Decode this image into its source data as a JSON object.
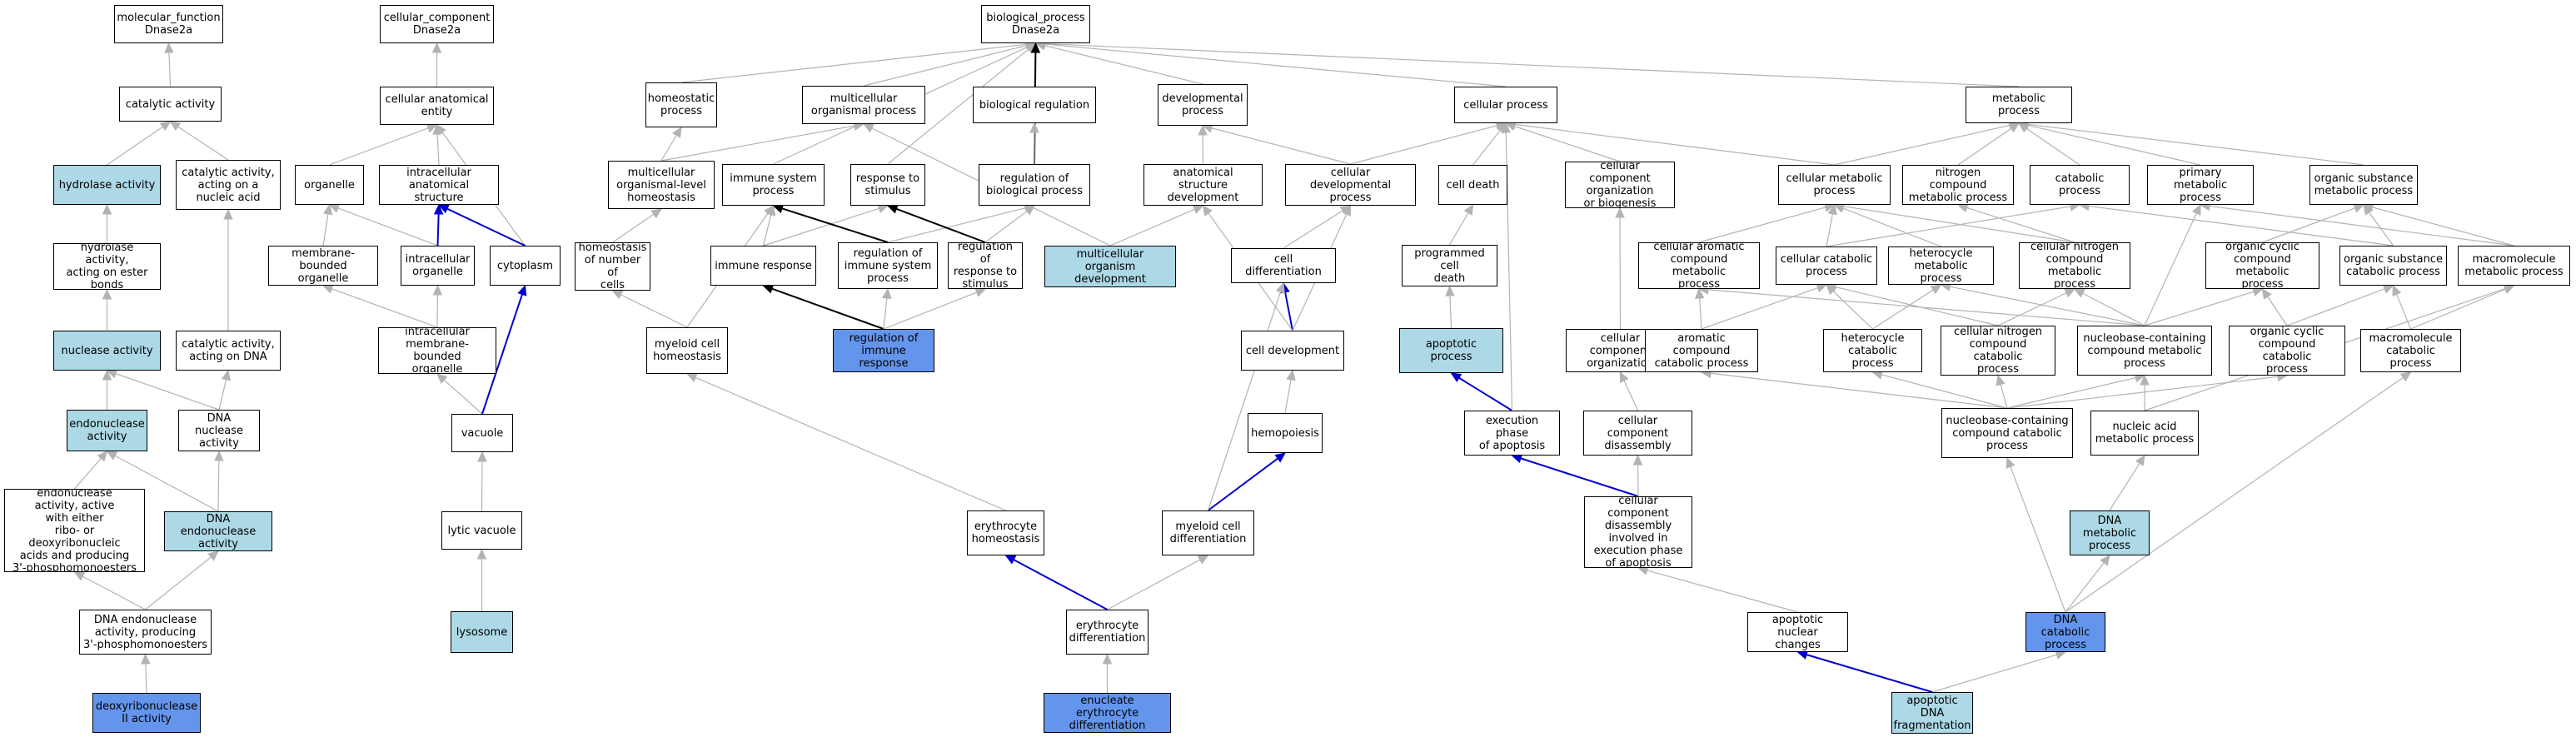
{
  "colors": {
    "query_fill": "#6495ed",
    "annotation_fill": "#add8e6",
    "default_fill": "#ffffff",
    "edge_default": "#b3b3b3",
    "edge_blue": "#0000cd",
    "edge_black": "#000000"
  },
  "nodes": {
    "mf_root": {
      "label": "molecular_function\nDnase2a",
      "kind": "normal"
    },
    "cc_root": {
      "label": "cellular_component\nDnase2a",
      "kind": "normal"
    },
    "bp_root": {
      "label": "biological_process\nDnase2a",
      "kind": "normal"
    },
    "catalytic": {
      "label": "catalytic activity",
      "kind": "normal"
    },
    "hydrolase": {
      "label": "hydrolase activity",
      "kind": "annotated"
    },
    "cat_nucleic": {
      "label": "catalytic activity,\nacting on a\nnucleic acid",
      "kind": "normal"
    },
    "hyd_ester": {
      "label": "hydrolase activity,\nacting on ester\nbonds",
      "kind": "normal"
    },
    "nuclease": {
      "label": "nuclease activity",
      "kind": "annotated"
    },
    "cat_dna": {
      "label": "catalytic activity,\nacting on DNA",
      "kind": "normal"
    },
    "endonuclease": {
      "label": "endonuclease\nactivity",
      "kind": "annotated"
    },
    "dna_nuclease": {
      "label": "DNA nuclease\nactivity",
      "kind": "normal"
    },
    "endo_active": {
      "label": "endonuclease\nactivity, active\nwith either\nribo- or deoxyribonucleic\nacids and producing\n3'-phosphomonoesters",
      "kind": "normal"
    },
    "dna_endo": {
      "label": "DNA endonuclease\nactivity",
      "kind": "annotated"
    },
    "dna_endo_3p": {
      "label": "DNA endonuclease\nactivity, producing\n3'-phosphomonoesters",
      "kind": "normal"
    },
    "dnase2": {
      "label": "deoxyribonuclease\nII activity",
      "kind": "query"
    },
    "cell_anat": {
      "label": "cellular anatomical\nentity",
      "kind": "normal"
    },
    "organelle": {
      "label": "organelle",
      "kind": "normal"
    },
    "intra_anat": {
      "label": "intracellular\nanatomical structure",
      "kind": "normal"
    },
    "membrane_org": {
      "label": "membrane-bounded\norganelle",
      "kind": "normal"
    },
    "intra_org": {
      "label": "intracellular\norganelle",
      "kind": "normal"
    },
    "cytoplasm": {
      "label": "cytoplasm",
      "kind": "normal"
    },
    "intra_mem_org": {
      "label": "intracellular\nmembrane-bounded\norganelle",
      "kind": "normal"
    },
    "vacuole": {
      "label": "vacuole",
      "kind": "normal"
    },
    "lytic_vac": {
      "label": "lytic vacuole",
      "kind": "normal"
    },
    "lysosome": {
      "label": "lysosome",
      "kind": "annotated"
    },
    "homeostatic": {
      "label": "homeostatic\nprocess",
      "kind": "normal"
    },
    "multi_org": {
      "label": "multicellular\norganismal process",
      "kind": "normal"
    },
    "bio_reg": {
      "label": "biological regulation",
      "kind": "normal"
    },
    "dev_proc": {
      "label": "developmental\nprocess",
      "kind": "normal"
    },
    "cell_proc": {
      "label": "cellular process",
      "kind": "normal"
    },
    "metab": {
      "label": "metabolic process",
      "kind": "normal"
    },
    "multi_homeo": {
      "label": "multicellular\norganismal-level\nhomeostasis",
      "kind": "normal"
    },
    "immune_sys": {
      "label": "immune system\nprocess",
      "kind": "normal"
    },
    "resp_stim": {
      "label": "response to\nstimulus",
      "kind": "normal"
    },
    "reg_bio": {
      "label": "regulation of\nbiological process",
      "kind": "normal"
    },
    "anat_dev": {
      "label": "anatomical structure\ndevelopment",
      "kind": "normal"
    },
    "cell_dev_proc": {
      "label": "cellular developmental\nprocess",
      "kind": "normal"
    },
    "cell_death": {
      "label": "cell death",
      "kind": "normal"
    },
    "cc_org_bio": {
      "label": "cellular component\norganization\nor biogenesis",
      "kind": "normal"
    },
    "cell_metab": {
      "label": "cellular metabolic\nprocess",
      "kind": "normal"
    },
    "nitro_metab": {
      "label": "nitrogen compound\nmetabolic process",
      "kind": "normal"
    },
    "catab": {
      "label": "catabolic process",
      "kind": "normal"
    },
    "primary_metab": {
      "label": "primary metabolic\nprocess",
      "kind": "normal"
    },
    "org_sub_metab": {
      "label": "organic substance\nmetabolic process",
      "kind": "normal"
    },
    "homeo_cells": {
      "label": "homeostasis\nof number of\ncells",
      "kind": "normal"
    },
    "immune_resp": {
      "label": "immune response",
      "kind": "normal"
    },
    "reg_immune_sys": {
      "label": "regulation of\nimmune system\nprocess",
      "kind": "normal"
    },
    "reg_resp_stim": {
      "label": "regulation of\nresponse to\nstimulus",
      "kind": "normal"
    },
    "multi_dev": {
      "label": "multicellular\norganism development",
      "kind": "annotated"
    },
    "cell_diff": {
      "label": "cell differentiation",
      "kind": "normal"
    },
    "prog_death": {
      "label": "programmed cell\ndeath",
      "kind": "normal"
    },
    "arom_metab": {
      "label": "cellular aromatic\ncompound metabolic\nprocess",
      "kind": "normal"
    },
    "cell_catab": {
      "label": "cellular catabolic\nprocess",
      "kind": "normal"
    },
    "hetero_metab": {
      "label": "heterocycle\nmetabolic process",
      "kind": "normal"
    },
    "cell_nitro_metab": {
      "label": "cellular nitrogen\ncompound metabolic\nprocess",
      "kind": "normal"
    },
    "org_cyc_metab": {
      "label": "organic cyclic\ncompound metabolic\nprocess",
      "kind": "normal"
    },
    "org_sub_catab": {
      "label": "organic substance\ncatabolic process",
      "kind": "normal"
    },
    "macro_metab": {
      "label": "macromolecule\nmetabolic process",
      "kind": "normal"
    },
    "myeloid_homeo": {
      "label": "myeloid cell\nhomeostasis",
      "kind": "normal"
    },
    "reg_immune_resp": {
      "label": "regulation of\nimmune response",
      "kind": "query"
    },
    "cell_devel": {
      "label": "cell development",
      "kind": "normal"
    },
    "apoptotic": {
      "label": "apoptotic process",
      "kind": "annotated"
    },
    "cc_org": {
      "label": "cellular component\norganization",
      "kind": "normal"
    },
    "arom_catab": {
      "label": "aromatic compound\ncatabolic process",
      "kind": "normal"
    },
    "hetero_catab": {
      "label": "heterocycle\ncatabolic process",
      "kind": "normal"
    },
    "cell_nitro_catab": {
      "label": "cellular nitrogen\ncompound catabolic\nprocess",
      "kind": "normal"
    },
    "nucbase_metab": {
      "label": "nucleobase-containing\ncompound metabolic\nprocess",
      "kind": "normal"
    },
    "org_cyc_catab": {
      "label": "organic cyclic\ncompound catabolic\nprocess",
      "kind": "normal"
    },
    "macro_catab": {
      "label": "macromolecule\ncatabolic process",
      "kind": "normal"
    },
    "hemopoiesis": {
      "label": "hemopoiesis",
      "kind": "normal"
    },
    "exec_apop": {
      "label": "execution phase\nof apoptosis",
      "kind": "normal"
    },
    "cc_disassembly": {
      "label": "cellular component\ndisassembly",
      "kind": "normal"
    },
    "nucbase_catab": {
      "label": "nucleobase-containing\ncompound catabolic\nprocess",
      "kind": "normal"
    },
    "nucacid_metab": {
      "label": "nucleic acid\nmetabolic process",
      "kind": "normal"
    },
    "ery_homeo": {
      "label": "erythrocyte\nhomeostasis",
      "kind": "normal"
    },
    "myeloid_diff": {
      "label": "myeloid cell\ndifferentiation",
      "kind": "normal"
    },
    "cc_dis_exec": {
      "label": "cellular component\ndisassembly\ninvolved in\nexecution phase\nof apoptosis",
      "kind": "normal"
    },
    "dna_metab": {
      "label": "DNA metabolic\nprocess",
      "kind": "annotated"
    },
    "ery_diff": {
      "label": "erythrocyte\ndifferentiation",
      "kind": "normal"
    },
    "apop_nuc": {
      "label": "apoptotic nuclear\nchanges",
      "kind": "normal"
    },
    "dna_catab": {
      "label": "DNA catabolic\nprocess",
      "kind": "query"
    },
    "enucleate": {
      "label": "enucleate erythrocyte\ndifferentiation",
      "kind": "query"
    },
    "apop_dna_frag": {
      "label": "apoptotic DNA\nfragmentation",
      "kind": "annotated"
    }
  },
  "edges": [
    [
      "catalytic",
      "mf_root",
      "gray"
    ],
    [
      "hydrolase",
      "catalytic",
      "gray"
    ],
    [
      "cat_nucleic",
      "catalytic",
      "gray"
    ],
    [
      "hyd_ester",
      "hydrolase",
      "gray"
    ],
    [
      "nuclease",
      "hyd_ester",
      "gray"
    ],
    [
      "cat_dna",
      "cat_nucleic",
      "gray"
    ],
    [
      "endonuclease",
      "nuclease",
      "gray"
    ],
    [
      "dna_nuclease",
      "nuclease",
      "gray"
    ],
    [
      "dna_nuclease",
      "cat_dna",
      "gray"
    ],
    [
      "endo_active",
      "endonuclease",
      "gray"
    ],
    [
      "dna_endo",
      "endonuclease",
      "gray"
    ],
    [
      "dna_endo",
      "dna_nuclease",
      "gray"
    ],
    [
      "dna_endo_3p",
      "endo_active",
      "gray"
    ],
    [
      "dna_endo_3p",
      "dna_endo",
      "gray"
    ],
    [
      "dnase2",
      "dna_endo_3p",
      "gray"
    ],
    [
      "cell_anat",
      "cc_root",
      "gray"
    ],
    [
      "organelle",
      "cell_anat",
      "gray"
    ],
    [
      "intra_anat",
      "cell_anat",
      "gray"
    ],
    [
      "cytoplasm",
      "cell_anat",
      "gray"
    ],
    [
      "membrane_org",
      "organelle",
      "gray"
    ],
    [
      "intra_org",
      "organelle",
      "gray"
    ],
    [
      "intra_org",
      "intra_anat",
      "blue"
    ],
    [
      "cytoplasm",
      "intra_anat",
      "blue"
    ],
    [
      "intra_mem_org",
      "membrane_org",
      "gray"
    ],
    [
      "intra_mem_org",
      "intra_org",
      "gray"
    ],
    [
      "vacuole",
      "intra_mem_org",
      "gray"
    ],
    [
      "vacuole",
      "cytoplasm",
      "blue"
    ],
    [
      "lytic_vac",
      "vacuole",
      "gray"
    ],
    [
      "lysosome",
      "lytic_vac",
      "gray"
    ],
    [
      "homeostatic",
      "bp_root",
      "gray"
    ],
    [
      "multi_org",
      "bp_root",
      "gray"
    ],
    [
      "bio_reg",
      "bp_root",
      "gray"
    ],
    [
      "dev_proc",
      "bp_root",
      "gray"
    ],
    [
      "cell_proc",
      "bp_root",
      "gray"
    ],
    [
      "metab",
      "bp_root",
      "gray"
    ],
    [
      "immune_sys",
      "bp_root",
      "gray"
    ],
    [
      "resp_stim",
      "bp_root",
      "gray"
    ],
    [
      "reg_bio",
      "bp_root",
      "black"
    ],
    [
      "multi_homeo",
      "homeostatic",
      "gray"
    ],
    [
      "multi_homeo",
      "multi_org",
      "gray"
    ],
    [
      "reg_bio",
      "bio_reg",
      "gray"
    ],
    [
      "anat_dev",
      "dev_proc",
      "gray"
    ],
    [
      "cell_dev_proc",
      "dev_proc",
      "gray"
    ],
    [
      "cell_dev_proc",
      "cell_proc",
      "gray"
    ],
    [
      "cell_death",
      "cell_proc",
      "gray"
    ],
    [
      "cc_org_bio",
      "cell_proc",
      "gray"
    ],
    [
      "cell_metab",
      "cell_proc",
      "gray"
    ],
    [
      "cell_metab",
      "metab",
      "gray"
    ],
    [
      "nitro_metab",
      "metab",
      "gray"
    ],
    [
      "catab",
      "metab",
      "gray"
    ],
    [
      "primary_metab",
      "metab",
      "gray"
    ],
    [
      "org_sub_metab",
      "metab",
      "gray"
    ],
    [
      "homeo_cells",
      "multi_homeo",
      "gray"
    ],
    [
      "immune_resp",
      "immune_sys",
      "gray"
    ],
    [
      "immune_resp",
      "resp_stim",
      "gray"
    ],
    [
      "reg_immune_sys",
      "immune_sys",
      "black"
    ],
    [
      "reg_immune_sys",
      "reg_bio",
      "gray"
    ],
    [
      "reg_resp_stim",
      "resp_stim",
      "black"
    ],
    [
      "reg_resp_stim",
      "reg_bio",
      "gray"
    ],
    [
      "multi_dev",
      "anat_dev",
      "gray"
    ],
    [
      "multi_dev",
      "multi_org",
      "gray"
    ],
    [
      "cell_diff",
      "cell_dev_proc",
      "gray"
    ],
    [
      "prog_death",
      "cell_death",
      "gray"
    ],
    [
      "arom_metab",
      "cell_metab",
      "gray"
    ],
    [
      "cell_catab",
      "cell_metab",
      "gray"
    ],
    [
      "cell_catab",
      "catab",
      "gray"
    ],
    [
      "hetero_metab",
      "cell_metab",
      "gray"
    ],
    [
      "cell_nitro_metab",
      "cell_metab",
      "gray"
    ],
    [
      "cell_nitro_metab",
      "nitro_metab",
      "gray"
    ],
    [
      "org_cyc_metab",
      "org_sub_metab",
      "gray"
    ],
    [
      "org_sub_catab",
      "org_sub_metab",
      "gray"
    ],
    [
      "org_sub_catab",
      "catab",
      "gray"
    ],
    [
      "macro_metab",
      "org_sub_metab",
      "gray"
    ],
    [
      "macro_metab",
      "primary_metab",
      "gray"
    ],
    [
      "myeloid_homeo",
      "homeo_cells",
      "gray"
    ],
    [
      "myeloid_homeo",
      "immune_sys",
      "gray"
    ],
    [
      "reg_immune_resp",
      "immune_resp",
      "black"
    ],
    [
      "reg_immune_resp",
      "reg_immune_sys",
      "gray"
    ],
    [
      "reg_immune_resp",
      "reg_resp_stim",
      "gray"
    ],
    [
      "cell_devel",
      "cell_diff",
      "blue"
    ],
    [
      "cell_devel",
      "anat_dev",
      "gray"
    ],
    [
      "cell_devel",
      "cell_dev_proc",
      "gray"
    ],
    [
      "apoptotic",
      "prog_death",
      "gray"
    ],
    [
      "cc_org",
      "cc_org_bio",
      "gray"
    ],
    [
      "arom_catab",
      "arom_metab",
      "gray"
    ],
    [
      "arom_catab",
      "cell_catab",
      "gray"
    ],
    [
      "hetero_catab",
      "hetero_metab",
      "gray"
    ],
    [
      "hetero_catab",
      "cell_catab",
      "gray"
    ],
    [
      "cell_nitro_catab",
      "cell_nitro_metab",
      "gray"
    ],
    [
      "cell_nitro_catab",
      "cell_catab",
      "gray"
    ],
    [
      "nucbase_metab",
      "arom_metab",
      "gray"
    ],
    [
      "nucbase_metab",
      "hetero_metab",
      "gray"
    ],
    [
      "nucbase_metab",
      "cell_nitro_metab",
      "gray"
    ],
    [
      "nucbase_metab",
      "org_cyc_metab",
      "gray"
    ],
    [
      "nucbase_metab",
      "primary_metab",
      "gray"
    ],
    [
      "org_cyc_catab",
      "org_cyc_metab",
      "gray"
    ],
    [
      "org_cyc_catab",
      "org_sub_catab",
      "gray"
    ],
    [
      "macro_catab",
      "macro_metab",
      "gray"
    ],
    [
      "macro_catab",
      "org_sub_catab",
      "gray"
    ],
    [
      "hemopoiesis",
      "cell_devel",
      "gray"
    ],
    [
      "exec_apop",
      "apoptotic",
      "blue"
    ],
    [
      "exec_apop",
      "cell_proc",
      "gray"
    ],
    [
      "cc_disassembly",
      "cc_org",
      "gray"
    ],
    [
      "nucbase_catab",
      "nucbase_metab",
      "gray"
    ],
    [
      "nucbase_catab",
      "arom_catab",
      "gray"
    ],
    [
      "nucbase_catab",
      "hetero_catab",
      "gray"
    ],
    [
      "nucbase_catab",
      "cell_nitro_catab",
      "gray"
    ],
    [
      "nucbase_catab",
      "org_cyc_catab",
      "gray"
    ],
    [
      "nucacid_metab",
      "nucbase_metab",
      "gray"
    ],
    [
      "nucacid_metab",
      "macro_metab",
      "gray"
    ],
    [
      "ery_homeo",
      "myeloid_homeo",
      "gray"
    ],
    [
      "myeloid_diff",
      "hemopoiesis",
      "blue"
    ],
    [
      "myeloid_diff",
      "cell_diff",
      "gray"
    ],
    [
      "cc_dis_exec",
      "exec_apop",
      "blue"
    ],
    [
      "cc_dis_exec",
      "cc_disassembly",
      "gray"
    ],
    [
      "dna_metab",
      "nucacid_metab",
      "gray"
    ],
    [
      "ery_diff",
      "ery_homeo",
      "blue"
    ],
    [
      "ery_diff",
      "myeloid_diff",
      "gray"
    ],
    [
      "apop_nuc",
      "cc_dis_exec",
      "gray"
    ],
    [
      "dna_catab",
      "dna_metab",
      "gray"
    ],
    [
      "dna_catab",
      "nucbase_catab",
      "gray"
    ],
    [
      "dna_catab",
      "macro_catab",
      "gray"
    ],
    [
      "enucleate",
      "ery_diff",
      "gray"
    ],
    [
      "apop_dna_frag",
      "apop_nuc",
      "blue"
    ],
    [
      "apop_dna_frag",
      "dna_catab",
      "gray"
    ]
  ]
}
